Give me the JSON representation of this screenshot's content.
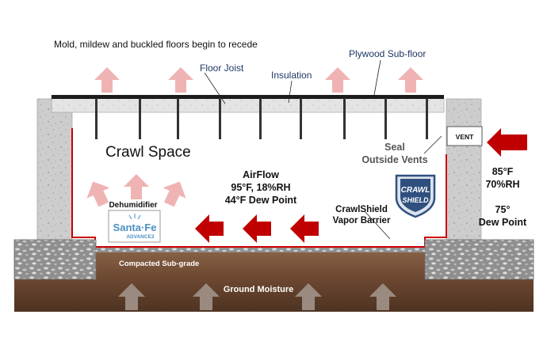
{
  "headline": "Mold, mildew and buckled floors begin to recede",
  "labels": {
    "floor_joist": "Floor Joist",
    "insulation": "Insulation",
    "plywood_subfloor": "Plywood Sub-floor",
    "crawl_space": "Crawl Space",
    "seal_line1": "Seal",
    "seal_line2": "Outside Vents",
    "vent": "VENT",
    "airflow_title": "AirFlow",
    "airflow_temp_rh": "95°F, 18%RH",
    "airflow_dew": "44°F Dew Point",
    "outside_temp": "85°F",
    "outside_rh": "70%RH",
    "outside_dew_value": "75°",
    "outside_dew_label": "Dew Point",
    "dehumidifier": "Dehumidifier",
    "barrier_line1": "CrawlShield",
    "barrier_line2": "Vapor Barrier",
    "compacted": "Compacted Sub-grade",
    "ground_moisture": "Ground Moisture"
  },
  "logos": {
    "santa_fe_brand": "Santa·Fe",
    "santa_fe_model": "ADVANCE2",
    "crawl_shield_top": "CRAWL",
    "crawl_shield_bottom": "SHIELD"
  },
  "colors": {
    "up_arrow": "#f0b3b3",
    "airflow_arrow": "#c00000",
    "ground_arrow": "#9a8a80",
    "soil": "#6e4a33",
    "concrete": "#cfcfcf",
    "label_blue": "#1f3864",
    "barrier_red": "#cc0000",
    "shield_blue": "#2f4f7f"
  },
  "icons": {
    "up_arrows": "heat-rise-arrow-icon",
    "airflow_arrows": "airflow-arrow-icon",
    "ground_arrows": "ground-moisture-arrow-icon",
    "outside_arrow": "outside-air-arrow-icon"
  }
}
